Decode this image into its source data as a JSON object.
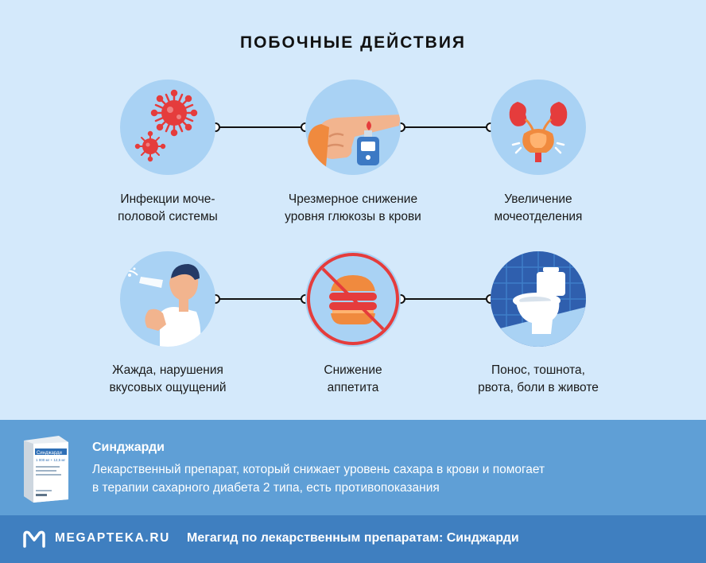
{
  "header": {
    "title": "ПОБОЧНЫЕ ДЕЙСТВИЯ"
  },
  "effects": [
    {
      "icon": "virus-icon",
      "line1": "Инфекции моче-",
      "line2": "половой системы"
    },
    {
      "icon": "glucose-meter-icon",
      "line1": "Чрезмерное снижение",
      "line2": "уровня глюкозы в крови"
    },
    {
      "icon": "kidneys-bladder-icon",
      "line1": "Увеличение",
      "line2": "мочеотделения"
    },
    {
      "icon": "drinking-person-icon",
      "line1": "Жажда, нарушения",
      "line2": "вкусовых ощущений"
    },
    {
      "icon": "no-burger-icon",
      "line1": "Снижение",
      "line2": "аппетита"
    },
    {
      "icon": "toilet-icon",
      "line1": "Понос, тошнота,",
      "line2": "рвота, боли в животе"
    }
  ],
  "drug": {
    "name": "Синджарди",
    "description_line1": "Лекарственный препарат, который снижает уровень сахара в крови и помогает",
    "description_line2": "в терапии сахарного диабета 2 типа, есть противопоказания",
    "pack_label": "Синджарди",
    "pack_dose": "1 000 мг + 12,5 мг"
  },
  "footer": {
    "brand": "MEGAPTEKA.RU",
    "text": "Мегагид по лекарственным препаратам: Синджарди"
  },
  "colors": {
    "background": "#d4e9fb",
    "circle": "#a9d2f4",
    "info_band": "#5f9fd6",
    "footer_band": "#3f7fc0",
    "accent_red": "#e53c3c"
  }
}
